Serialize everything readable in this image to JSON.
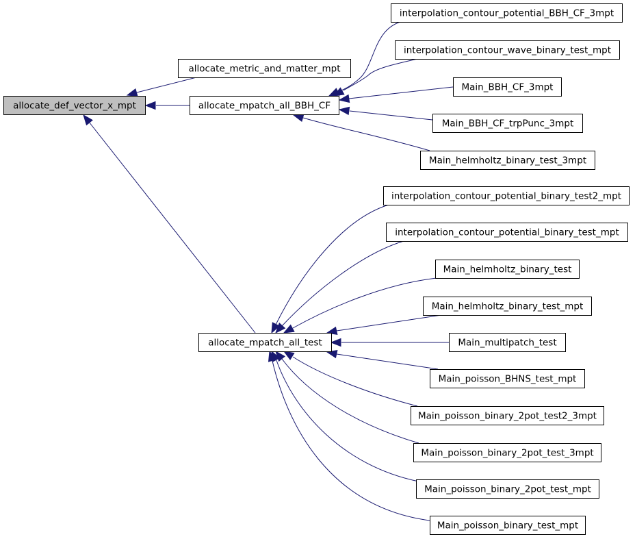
{
  "diagram": {
    "nodes": [
      {
        "id": "root",
        "label": "allocate_def_vector_x_mpt",
        "root": true
      },
      {
        "id": "metric",
        "label": "allocate_metric_and_matter_mpt"
      },
      {
        "id": "bbh",
        "label": "allocate_mpatch_all_BBH_CF"
      },
      {
        "id": "test",
        "label": "allocate_mpatch_all_test"
      },
      {
        "id": "b1",
        "label": "interpolation_contour_potential_BBH_CF_3mpt"
      },
      {
        "id": "b2",
        "label": "interpolation_contour_wave_binary_test_mpt"
      },
      {
        "id": "b3",
        "label": "Main_BBH_CF_3mpt"
      },
      {
        "id": "b4",
        "label": "Main_BBH_CF_trpPunc_3mpt"
      },
      {
        "id": "b5",
        "label": "Main_helmholtz_binary_test_3mpt"
      },
      {
        "id": "t1",
        "label": "interpolation_contour_potential_binary_test2_mpt"
      },
      {
        "id": "t2",
        "label": "interpolation_contour_potential_binary_test_mpt"
      },
      {
        "id": "t3",
        "label": "Main_helmholtz_binary_test"
      },
      {
        "id": "t4",
        "label": "Main_helmholtz_binary_test_mpt"
      },
      {
        "id": "t5",
        "label": "Main_multipatch_test"
      },
      {
        "id": "t6",
        "label": "Main_poisson_BHNS_test_mpt"
      },
      {
        "id": "t7",
        "label": "Main_poisson_binary_2pot_test2_3mpt"
      },
      {
        "id": "t8",
        "label": "Main_poisson_binary_2pot_test_3mpt"
      },
      {
        "id": "t9",
        "label": "Main_poisson_binary_2pot_test_mpt"
      },
      {
        "id": "t10",
        "label": "Main_poisson_binary_test_mpt"
      }
    ],
    "edges": [
      {
        "from": "metric",
        "to": "root"
      },
      {
        "from": "bbh",
        "to": "root"
      },
      {
        "from": "test",
        "to": "root"
      },
      {
        "from": "b1",
        "to": "bbh"
      },
      {
        "from": "b2",
        "to": "bbh"
      },
      {
        "from": "b3",
        "to": "bbh"
      },
      {
        "from": "b4",
        "to": "bbh"
      },
      {
        "from": "b5",
        "to": "bbh"
      },
      {
        "from": "t1",
        "to": "test"
      },
      {
        "from": "t2",
        "to": "test"
      },
      {
        "from": "t3",
        "to": "test"
      },
      {
        "from": "t4",
        "to": "test"
      },
      {
        "from": "t5",
        "to": "test"
      },
      {
        "from": "t6",
        "to": "test"
      },
      {
        "from": "t7",
        "to": "test"
      },
      {
        "from": "t8",
        "to": "test"
      },
      {
        "from": "t9",
        "to": "test"
      },
      {
        "from": "t10",
        "to": "test"
      }
    ]
  }
}
